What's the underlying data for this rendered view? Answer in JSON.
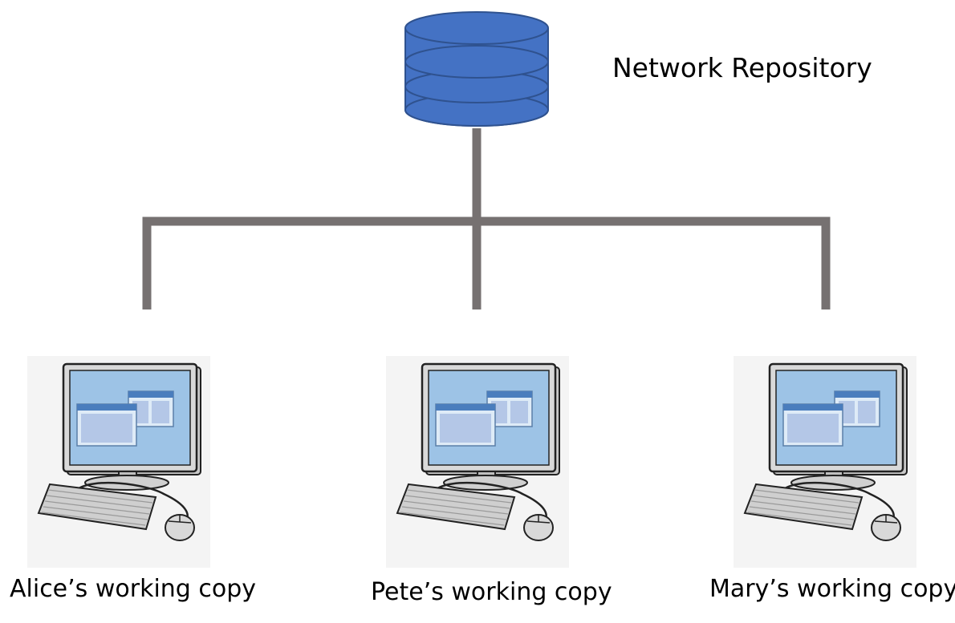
{
  "repository": {
    "label": "Network Repository"
  },
  "clients": [
    {
      "label": "Alice’s working copy"
    },
    {
      "label": "Pete’s working copy"
    },
    {
      "label": "Mary’s working copy"
    }
  ],
  "colors": {
    "database_fill": "#4472C4",
    "database_stroke": "#2F528F",
    "connector": "#767171",
    "computer_tile": "#F2F2F2",
    "screen": "#9DC3E6"
  },
  "icons": {
    "repository": "database-icon",
    "client": "desktop-computer-icon"
  }
}
